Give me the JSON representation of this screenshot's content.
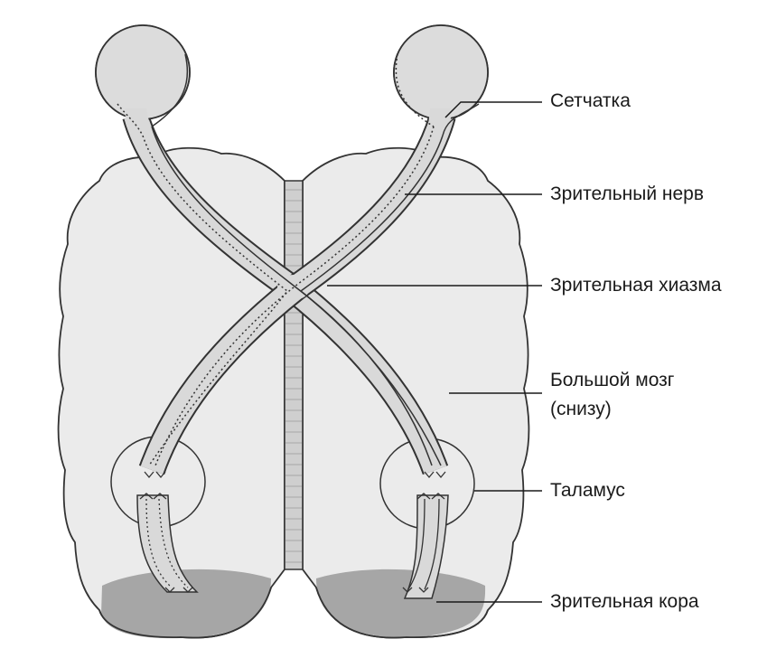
{
  "labels": {
    "retina": "Сетчатка",
    "optic_nerve": "Зрительный нерв",
    "optic_chiasm": "Зрительная хиазма",
    "cerebrum": "Большой мозг",
    "cerebrum_note": "(снизу)",
    "thalamus": "Таламус",
    "visual_cortex": "Зрительная кора"
  },
  "colors": {
    "brain_fill": "#ebebeb",
    "outline": "#333333",
    "nerve_fill": "#d9d9d9",
    "cortex_fill": "#a6a6a6",
    "midline_fill": "#cfcfcf"
  }
}
